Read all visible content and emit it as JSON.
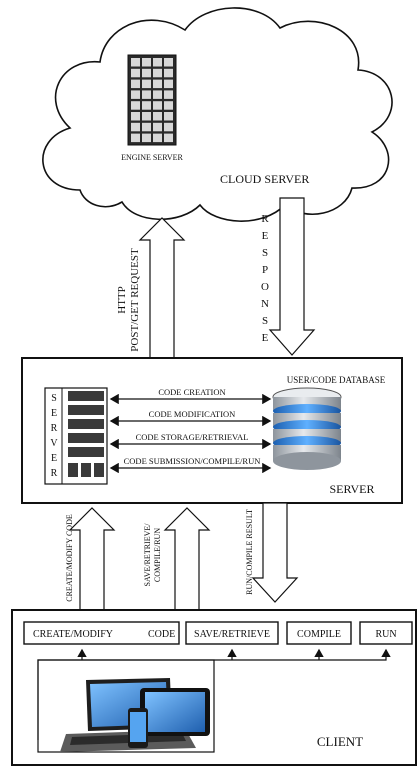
{
  "cloud": {
    "engine_label": "ENGINE SERVER",
    "cloud_label": "CLOUD SERVER"
  },
  "arrows": {
    "request_line1": "HTTP",
    "request_line2": "POST/GET REQUEST",
    "response_letters": [
      "R",
      "E",
      "S",
      "P",
      "O",
      "N",
      "S",
      "E"
    ],
    "create_modify": "CREATE/MODIFY CODE",
    "save_line1": "SAVE/RETRIEVE/",
    "save_line2": "COMPILE/RUN",
    "result": "RUN/COMPILE RESULT"
  },
  "server": {
    "rack_letters": [
      "S",
      "E",
      "R",
      "V",
      "E",
      "R"
    ],
    "db_label": "USER/CODE DATABASE",
    "server_label": "SERVER",
    "connections": [
      "CODE CREATION",
      "CODE MODIFICATION",
      "CODE STORAGE/RETRIEVAL",
      "CODE SUBMISSION/COMPILE/RUN"
    ]
  },
  "client": {
    "buttons": {
      "create_modify": "CREATE/MODIFY",
      "code": "CODE",
      "save_retrieve": "SAVE/RETRIEVE",
      "compile": "COMPILE",
      "run": "RUN"
    },
    "label": "CLIENT"
  },
  "colors": {
    "db_blue": "#2f7fd8",
    "db_silver": "#b9bfc7",
    "laptop_screen": "#3d8ad6"
  }
}
